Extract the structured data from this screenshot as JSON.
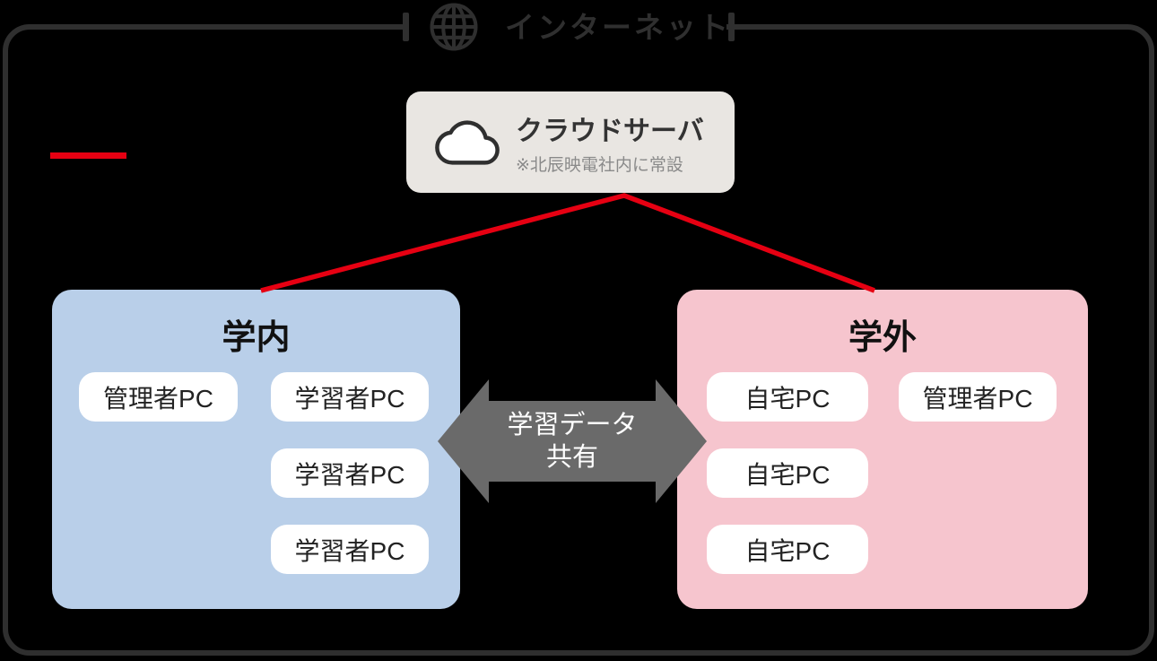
{
  "internet_label": {
    "text": "インターネット",
    "icon": "globe-icon"
  },
  "cloud_server": {
    "title": "クラウドサーバ",
    "note": "※北辰映電社内に常設",
    "icon": "cloud-icon"
  },
  "campus_zone": {
    "title": "学内",
    "pcs": [
      {
        "label": "管理者PC"
      },
      {
        "label": "学習者PC"
      },
      {
        "label": "学習者PC"
      },
      {
        "label": "学習者PC"
      }
    ]
  },
  "offsite_zone": {
    "title": "学外",
    "pcs": [
      {
        "label": "自宅PC"
      },
      {
        "label": "管理者PC"
      },
      {
        "label": "自宅PC"
      },
      {
        "label": "自宅PC"
      }
    ]
  },
  "share_arrow": {
    "line1": "学習データ",
    "line2": "共有"
  },
  "colors": {
    "connector_red": "#e60012",
    "campus_fill": "#b9cfe9",
    "offsite_fill": "#f6c5ce",
    "cloud_fill": "#e9e6e2",
    "arrow_fill": "#6a6a6a",
    "outline_dark": "#2f2f2f",
    "background": "#000000"
  }
}
